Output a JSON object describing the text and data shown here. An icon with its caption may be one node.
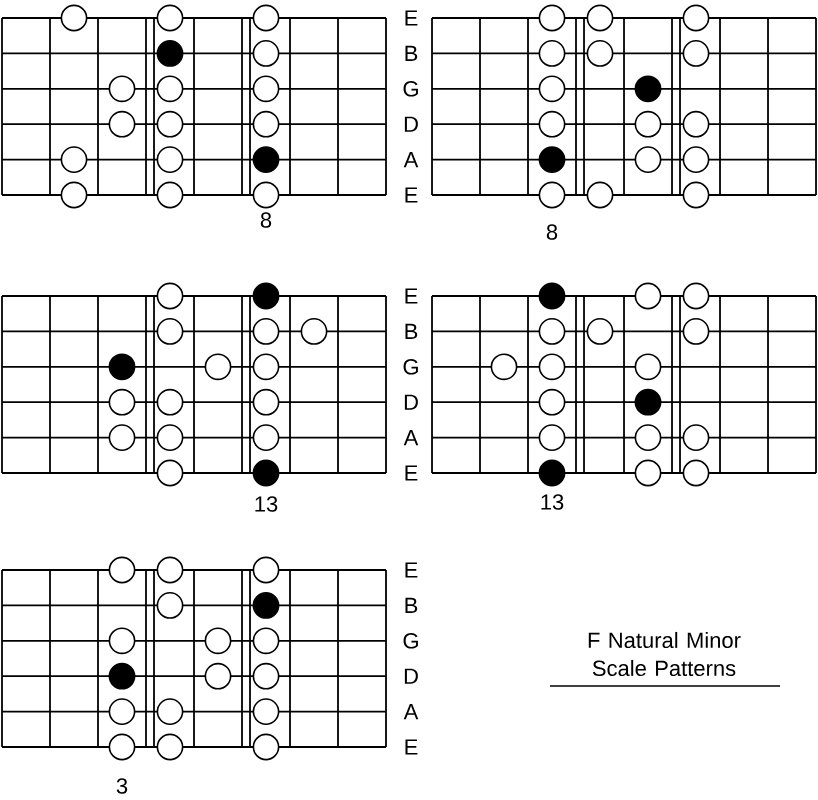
{
  "diagram": {
    "title": "F Natural Minor Scale Patterns",
    "labels": [
      "E",
      "B",
      "G",
      "D",
      "A",
      "E",
      "8",
      "8",
      "E",
      "B",
      "G",
      "D",
      "A",
      "E",
      "13",
      "13",
      "E",
      "B",
      "G",
      "D",
      "A",
      "E",
      "3"
    ]
  }
}
